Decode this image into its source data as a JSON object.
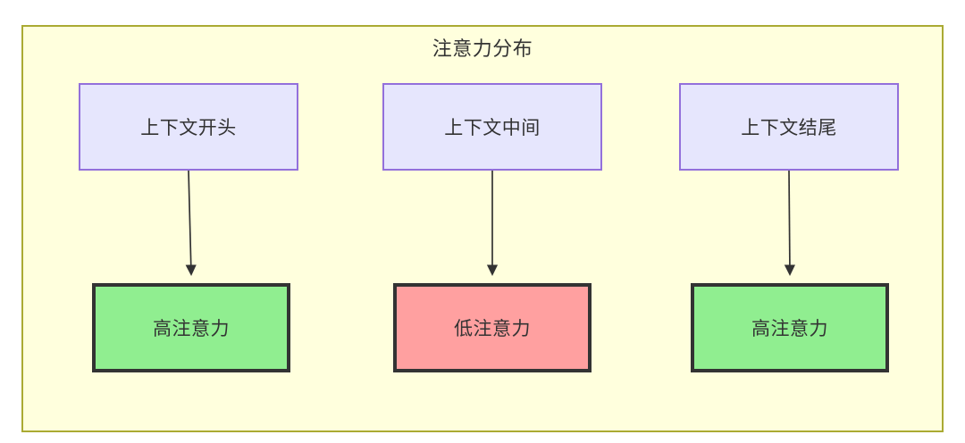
{
  "diagram": {
    "title": "注意力分布",
    "container_fill": "#ffffdd",
    "container_stroke": "#aaaa33",
    "nodes": {
      "context": [
        {
          "id": "ctx-start",
          "label": "上下文开头",
          "fill": "#e6e6fd",
          "stroke": "#9370db"
        },
        {
          "id": "ctx-middle",
          "label": "上下文中间",
          "fill": "#e6e6fd",
          "stroke": "#9370db"
        },
        {
          "id": "ctx-end",
          "label": "上下文结尾",
          "fill": "#e6e6fd",
          "stroke": "#9370db"
        }
      ],
      "attention": [
        {
          "id": "attn-start",
          "label": "高注意力",
          "fill": "#90ee90",
          "stroke": "#333333"
        },
        {
          "id": "attn-middle",
          "label": "低注意力",
          "fill": "#ffa0a0",
          "stroke": "#333333"
        },
        {
          "id": "attn-end",
          "label": "高注意力",
          "fill": "#90ee90",
          "stroke": "#333333"
        }
      ]
    },
    "edges": [
      {
        "from": "ctx-start",
        "to": "attn-start",
        "style": "arrow"
      },
      {
        "from": "ctx-middle",
        "to": "attn-middle",
        "style": "arrow"
      },
      {
        "from": "ctx-end",
        "to": "attn-end",
        "style": "arrow"
      }
    ],
    "edge_color": "#333333"
  }
}
